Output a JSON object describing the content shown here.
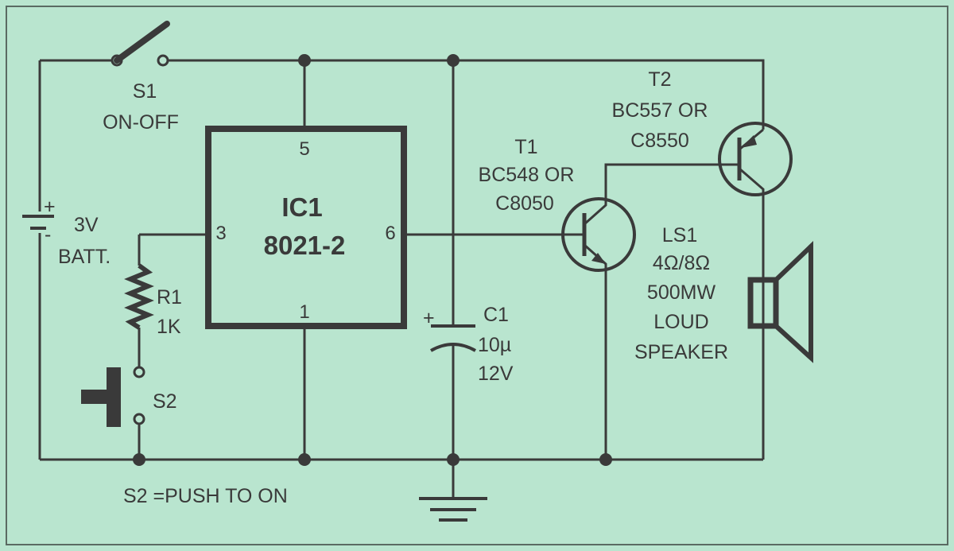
{
  "ic": {
    "name": "IC1",
    "part": "8021-2",
    "pin5": "5",
    "pin3": "3",
    "pin6": "6",
    "pin1": "1"
  },
  "s1": {
    "name": "S1",
    "desc": "ON-OFF"
  },
  "battery": {
    "voltage": "3V",
    "label": "BATT.",
    "plus": "+",
    "minus": "-"
  },
  "r1": {
    "name": "R1",
    "value": "1K"
  },
  "s2": {
    "name": "S2",
    "note": "S2 =PUSH TO  ON"
  },
  "c1": {
    "name": "C1",
    "value": "10µ",
    "voltage": "12V",
    "plus": "+"
  },
  "t1": {
    "name": "T1",
    "part1": "BC548 OR",
    "part2": "C8050"
  },
  "t2": {
    "name": "T2",
    "part1": "BC557 OR",
    "part2": "C8550"
  },
  "ls1": {
    "name": "LS1",
    "line1": "4Ω/8Ω",
    "line2": "500MW",
    "line3": "LOUD",
    "line4": "SPEAKER"
  }
}
